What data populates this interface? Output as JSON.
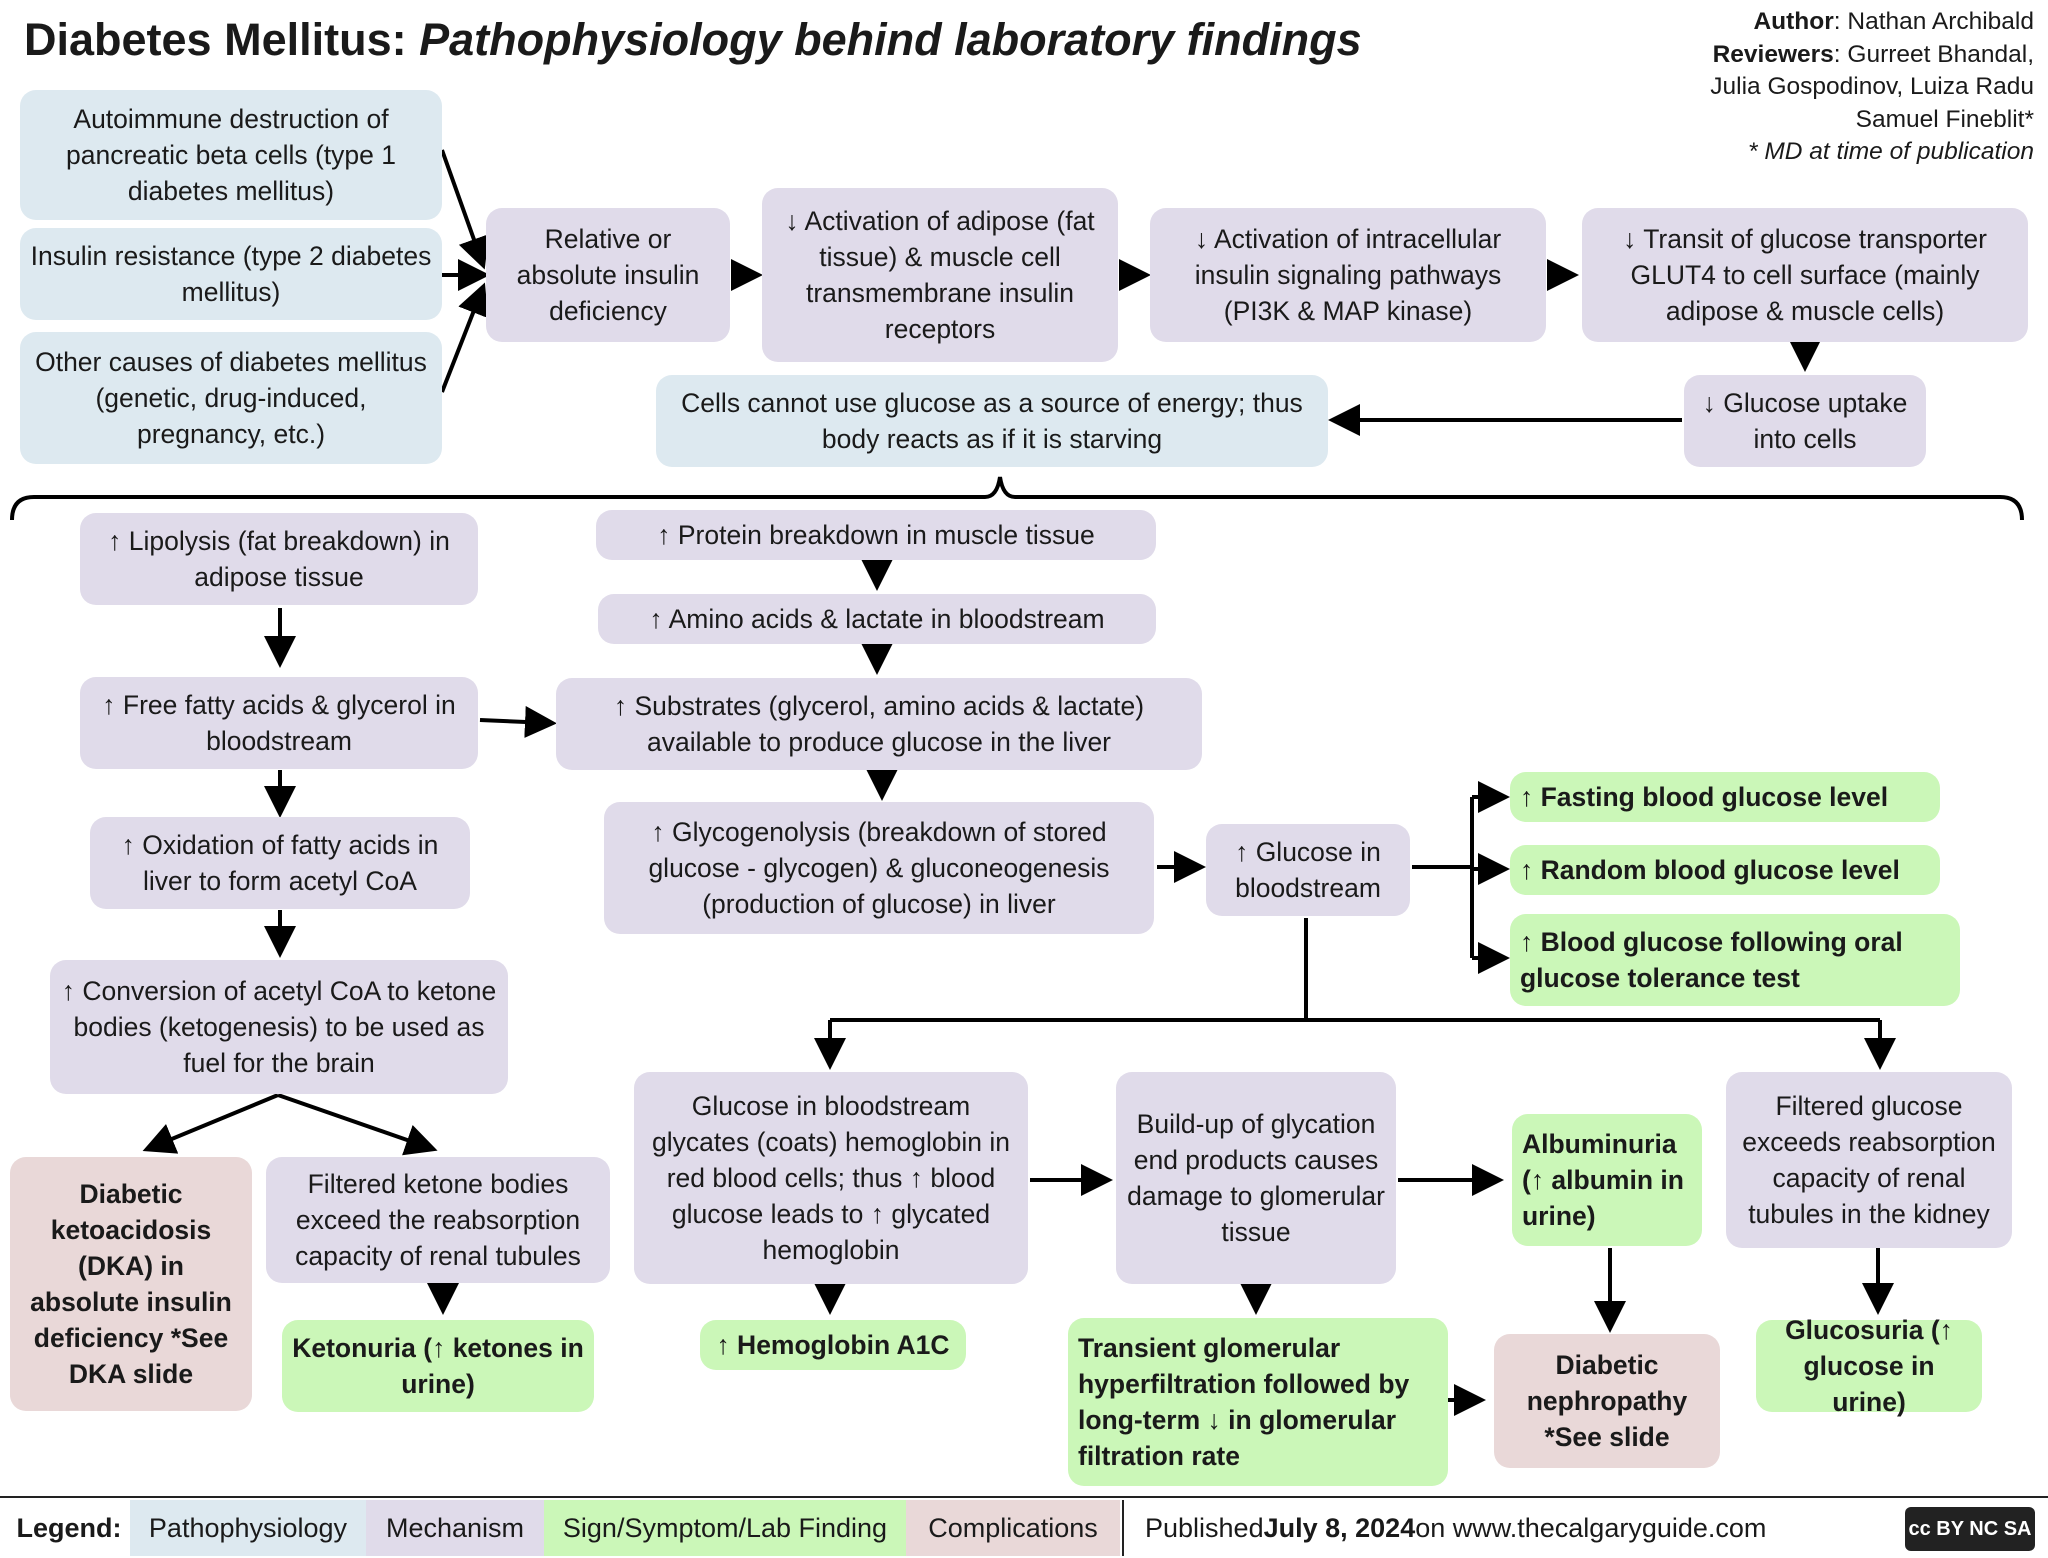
{
  "header": {
    "title_main": "Diabetes Mellitus:",
    "title_sub": "Pathophysiology behind laboratory findings",
    "author_label": "Author",
    "author": ": Nathan Archibald",
    "reviewers_label": "Reviewers",
    "reviewers_line1": ": Gurreet Bhandal,",
    "reviewers_line2": "Julia Gospodinov, Luiza Radu",
    "reviewers_line3": "Samuel Fineblit*",
    "note": "* MD at time of publication"
  },
  "causes": {
    "type1": "Autoimmune destruction of pancreatic beta cells (type 1 diabetes mellitus)",
    "type2": "Insulin resistance (type 2 diabetes mellitus)",
    "other": "Other causes of diabetes mellitus (genetic, drug-induced, pregnancy, etc.)"
  },
  "mechanism": {
    "deficiency": "Relative or absolute insulin deficiency",
    "receptors": "↓ Activation of adipose (fat tissue) & muscle cell transmembrane insulin receptors",
    "signaling": "↓ Activation of intracellular insulin signaling pathways (PI3K & MAP kinase)",
    "glut4": "↓ Transit of glucose transporter GLUT4 to cell surface (mainly adipose & muscle cells)",
    "uptake": "↓ Glucose uptake into cells",
    "starving": "Cells cannot use glucose as a source of energy; thus body reacts as if it is starving"
  },
  "lipolysis": {
    "lipolysis": "↑ Lipolysis (fat breakdown) in adipose tissue",
    "ffa": "↑ Free fatty acids & glycerol in bloodstream",
    "oxidation": "↑ Oxidation of fatty acids in liver to form acetyl CoA",
    "ketogenesis": "↑ Conversion of acetyl CoA to ketone bodies (ketogenesis) to be used as fuel for the brain",
    "dka": "Diabetic ketoacidosis (DKA) in absolute insulin deficiency *See DKA slide",
    "filtered_ketones": "Filtered ketone bodies exceed the reabsorption capacity of renal tubules",
    "ketonuria": "Ketonuria (↑ ketones in urine)"
  },
  "protein": {
    "breakdown": "↑ Protein breakdown in muscle tissue",
    "amino": "↑ Amino acids & lactate in bloodstream",
    "substrates": "↑ Substrates (glycerol, amino acids & lactate) available to produce glucose in the liver",
    "glycogenolysis": "↑ Glycogenolysis (breakdown of stored glucose - glycogen) & gluconeogenesis (production of glucose) in liver",
    "glucose_blood": "↑ Glucose in bloodstream"
  },
  "findings": {
    "fasting": "↑ Fasting blood glucose level",
    "random": "↑ Random blood glucose level",
    "ogtt": "↑ Blood glucose following oral glucose tolerance test"
  },
  "bottom": {
    "glycates": "Glucose in bloodstream glycates (coats) hemoglobin in red blood cells; thus ↑ blood glucose leads to ↑ glycated hemoglobin",
    "a1c": "↑ Hemoglobin A1C",
    "glycation": "Build-up of glycation end products causes damage to glomerular tissue",
    "hyperfiltration": "Transient glomerular hyperfiltration followed by long-term ↓ in glomerular filtration rate",
    "albuminuria": "Albuminuria (↑ albumin in urine)",
    "nephropathy": "Diabetic nephropathy *See slide",
    "filtered_glucose": "Filtered glucose exceeds reabsorption capacity of renal tubules in the kidney",
    "glucosuria": "Glucosuria (↑ glucose in urine)"
  },
  "legend": {
    "label": "Legend:",
    "patho": "Pathophysiology",
    "mechanism": "Mechanism",
    "sign": "Sign/Symptom/Lab Finding",
    "complications": "Complications",
    "colors": {
      "patho": "#dde9f0",
      "mechanism": "#e0dbea",
      "sign": "#cbf7b8",
      "complications": "#e9d8d8"
    }
  },
  "footer": {
    "published_prefix": "Published ",
    "published_date": "July 8, 2024",
    "published_suffix": " on www.thecalgaryguide.com",
    "license": "cc BY NC SA"
  }
}
